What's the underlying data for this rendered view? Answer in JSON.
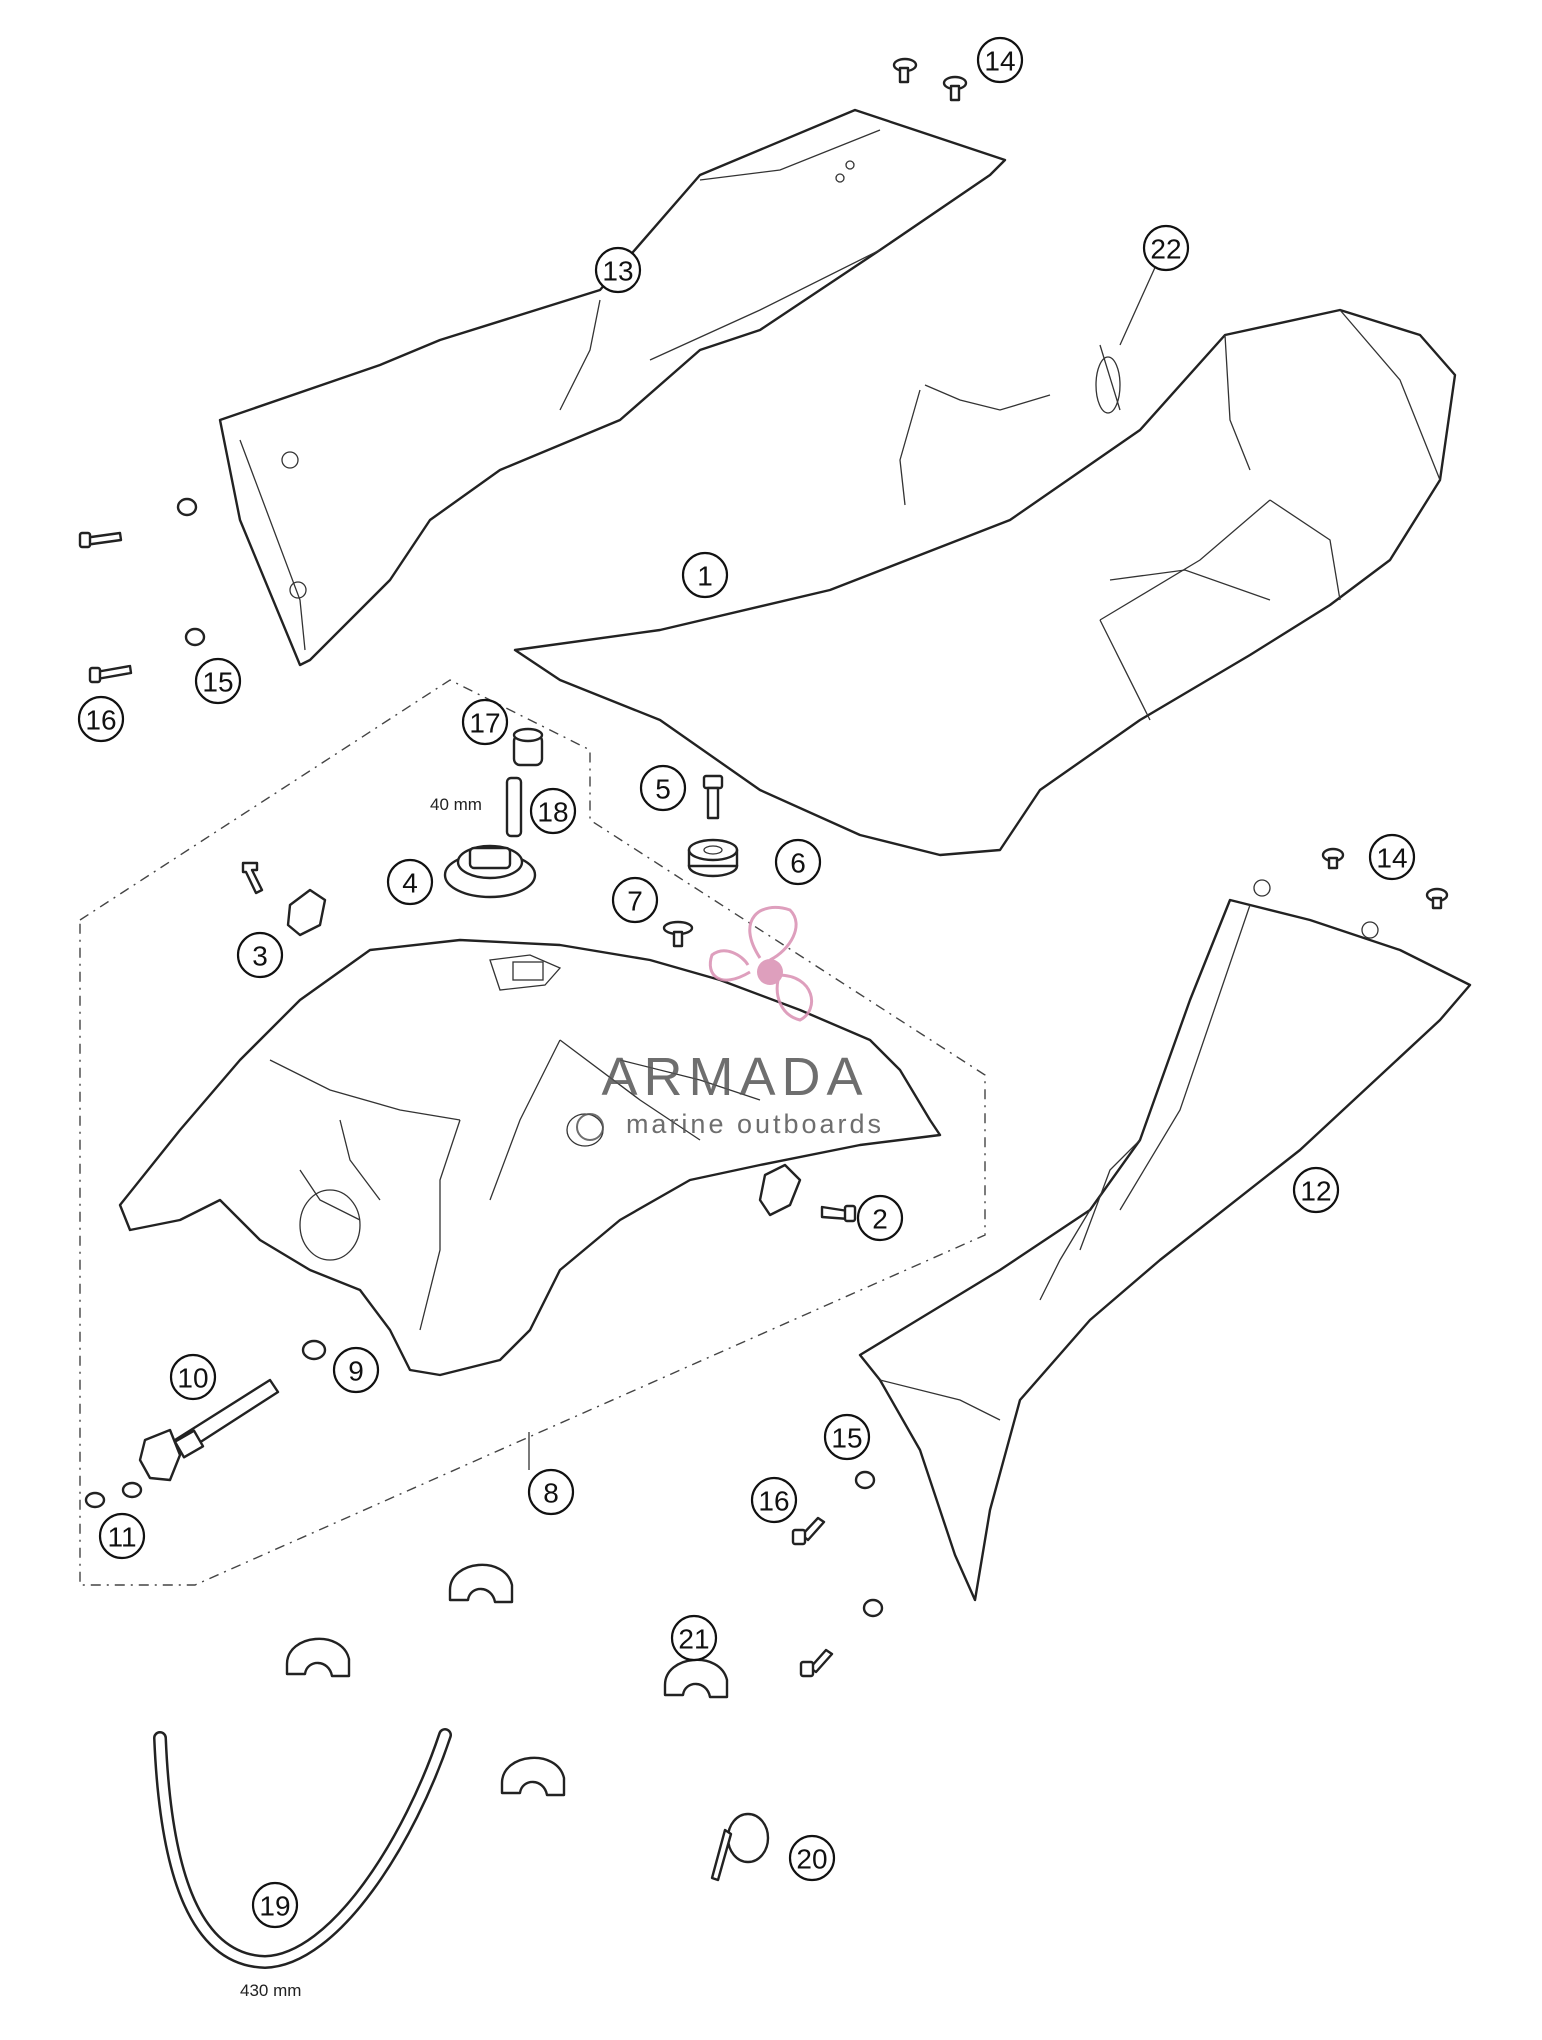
{
  "callouts": [
    {
      "label": "1"
    },
    {
      "label": "2"
    },
    {
      "label": "3"
    },
    {
      "label": "4"
    },
    {
      "label": "5"
    },
    {
      "label": "6"
    },
    {
      "label": "7"
    },
    {
      "label": "8"
    },
    {
      "label": "9"
    },
    {
      "label": "10"
    },
    {
      "label": "11"
    },
    {
      "label": "12"
    },
    {
      "label": "13"
    },
    {
      "label": "14"
    },
    {
      "label": "14"
    },
    {
      "label": "15"
    },
    {
      "label": "15"
    },
    {
      "label": "16"
    },
    {
      "label": "16"
    },
    {
      "label": "17"
    },
    {
      "label": "18"
    },
    {
      "label": "19"
    },
    {
      "label": "20"
    },
    {
      "label": "21"
    },
    {
      "label": "22"
    }
  ],
  "dimensions": {
    "vent_hose_length": "40 mm",
    "fuel_hose_length": "430 mm"
  },
  "watermark": {
    "brand": "ARMADA",
    "tagline": "marine outboards",
    "accent_color": "#d98fb2"
  },
  "colors": {
    "line": "#222222",
    "background": "#ffffff"
  }
}
